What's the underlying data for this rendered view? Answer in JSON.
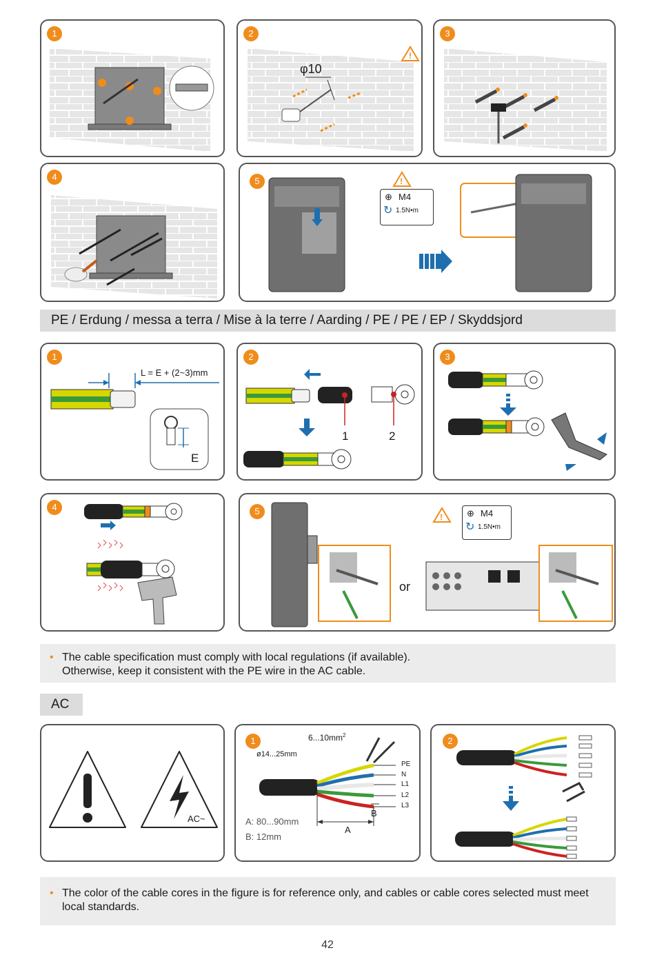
{
  "mounting": {
    "steps": [
      "1",
      "2",
      "3",
      "4",
      "5"
    ],
    "drill_diameter": "φ10",
    "torque_size": "M4",
    "torque_value": "1.5N•m"
  },
  "pe_section": {
    "title": "PE / Erdung / messa a terra / Mise à la terre / Aarding / PE / PE / EP / Skyddsjord",
    "steps": [
      "1",
      "2",
      "3",
      "4",
      "5"
    ],
    "strip_formula": "L = E + (2~3)mm",
    "terminal_dim_label": "E",
    "callout_1": "1",
    "callout_2": "2",
    "torque_size": "M4",
    "torque_value": "1.5N•m",
    "or_label": "or",
    "note_line1": "The cable specification must comply with local regulations (if available).",
    "note_line2": "Otherwise, keep it consistent with the PE wire in the AC cable."
  },
  "ac_section": {
    "title": "AC",
    "warning_ac_label": "AC~",
    "steps": [
      "1",
      "2"
    ],
    "cross_section": "6...10mm",
    "cross_section_sup": "2",
    "outer_diameter": "ø14...25mm",
    "core_labels": [
      "PE",
      "N",
      "L1",
      "L2",
      "L3"
    ],
    "dim_a_label": "A",
    "dim_b_label": "B",
    "dim_a_value": "A: 80...90mm",
    "dim_b_value": "B: 12mm",
    "note_line1": "The color of the cable cores in the figure is for reference only, and cables or cable cores selected must meet",
    "note_line2": "local standards."
  },
  "page_number": "42",
  "colors": {
    "accent_orange": "#f08c1c",
    "arrow_blue": "#1f6fae",
    "panel_border": "#555555",
    "section_gray": "#dcdcdc",
    "note_gray": "#ececec"
  }
}
